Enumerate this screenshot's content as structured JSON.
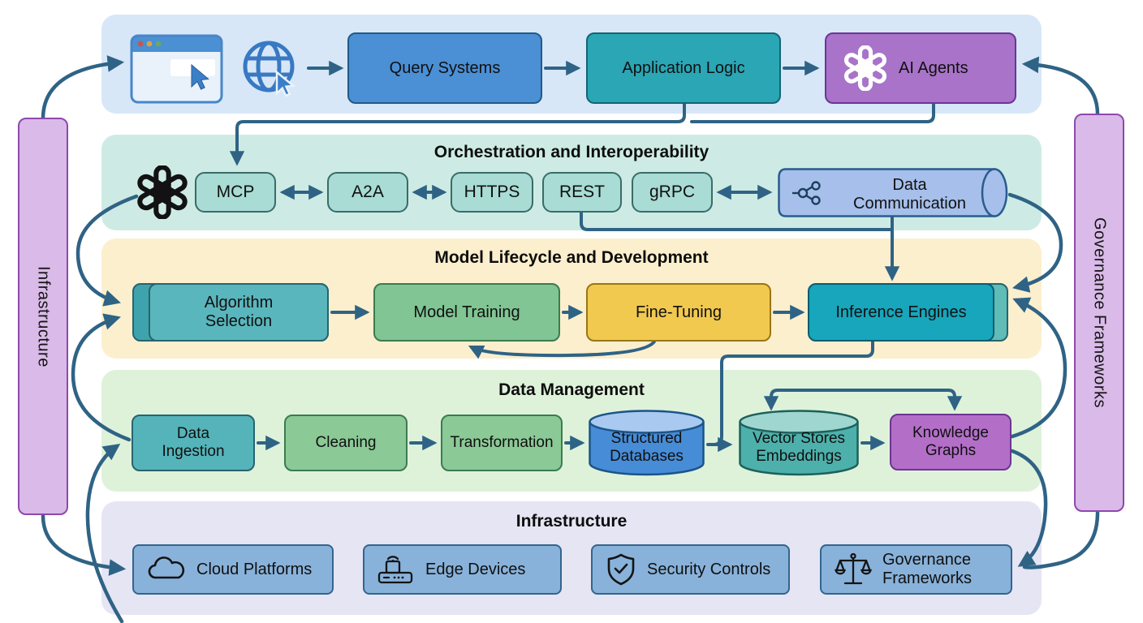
{
  "sections": {
    "orchestration": {
      "title": "Orchestration and Interoperability"
    },
    "model_lifecycle": {
      "title": "Model Lifecycle and Development"
    },
    "data_management": {
      "title": "Data Management"
    },
    "infrastructure": {
      "title": "Infrastructure"
    }
  },
  "side_bars": {
    "left_label": "Infrastructure",
    "right_label": "Governance Frameworks"
  },
  "client_layer": {
    "query_systems": "Query Systems",
    "application_logic": "Application Logic",
    "ai_agents": "AI Agents"
  },
  "orchestration_layer": {
    "protocols": [
      "MCP",
      "A2A",
      "HTTPS",
      "REST",
      "gRPC"
    ],
    "data_communication": "Data Communication"
  },
  "model_layer": {
    "algorithm_selection": "Algorithm Selection",
    "model_training": "Model Training",
    "fine_tuning": "Fine-Tuning",
    "inference_engines": "Inference Engines"
  },
  "data_layer": {
    "data_ingestion": "Data Ingestion",
    "cleaning": "Cleaning",
    "transformation": "Transformation",
    "structured_databases": "Structured Databases",
    "vector_stores": "Vector Stores Embeddings",
    "knowledge_graphs": "Knowledge Graphs"
  },
  "infrastructure_layer": {
    "cloud_platforms": "Cloud Platforms",
    "edge_devices": "Edge Devices",
    "security_controls": "Security Controls",
    "governance_frameworks": "Governance Frameworks"
  },
  "icons": {
    "browser": "browser-window-icon",
    "globe": "globe-cursor-icon",
    "openai_orchestration": "openai-logo-icon",
    "openai_agents": "openai-logo-icon",
    "data_communication": "share-network-icon",
    "cloud": "cloud-icon",
    "edge": "router-icon",
    "security": "shield-check-icon",
    "governance": "scales-icon"
  },
  "colors": {
    "arrow": "#2f6385",
    "band_client": "#d7e7f8",
    "band_orchestration": "#cdebe4",
    "band_model": "#fcefcd",
    "band_data": "#def2da",
    "band_infrastructure": "#e5e5f4",
    "query_systems": "#4b8fd5",
    "application_logic": "#2aa6b5",
    "ai_agents": "#a873c8",
    "protocol_box": "#a8dcd4",
    "data_communication": "#a6bfeb",
    "teal_node": "#55b4ba",
    "green_node": "#85c795",
    "fine_tuning": "#f1c94f",
    "inference": "#17a6bc",
    "structured_db": "#478cd6",
    "vector_store": "#4db0ab",
    "knowledge_graphs": "#b36fc8",
    "infra_box": "#88b2da",
    "side_bar": "#d9bae8"
  }
}
